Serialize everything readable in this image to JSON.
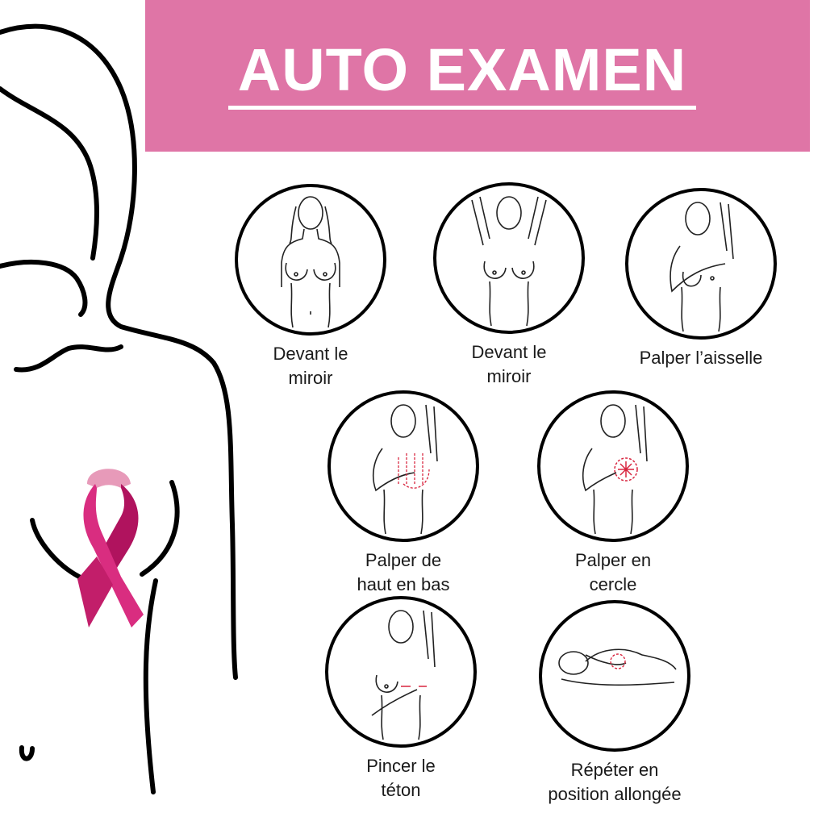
{
  "header": {
    "title": "AUTO EXAMEN"
  },
  "colors": {
    "header_bg": "#df75a6",
    "ribbon": "#d92d80",
    "ribbon_dark": "#b0135e",
    "arrows": "#d8253f"
  },
  "steps": [
    {
      "label_line1": "Devant le",
      "label_line2": "miroir",
      "icon": "woman-front-icon"
    },
    {
      "label_line1": "Devant le",
      "label_line2": "miroir",
      "icon": "woman-arms-raised-icon"
    },
    {
      "label_line1": "Palper l’aisselle",
      "label_line2": "",
      "icon": "woman-palpate-armpit-icon"
    },
    {
      "label_line1": "Palper de",
      "label_line2": "haut en bas",
      "icon": "woman-palpate-vertical-icon"
    },
    {
      "label_line1": "Palper en",
      "label_line2": "cercle",
      "icon": "woman-palpate-circle-icon"
    },
    {
      "label_line1": "Pincer le",
      "label_line2": "téton",
      "icon": "woman-pinch-nipple-icon"
    },
    {
      "label_line1": "Répéter en",
      "label_line2": "position allongée",
      "icon": "woman-lying-icon"
    }
  ]
}
